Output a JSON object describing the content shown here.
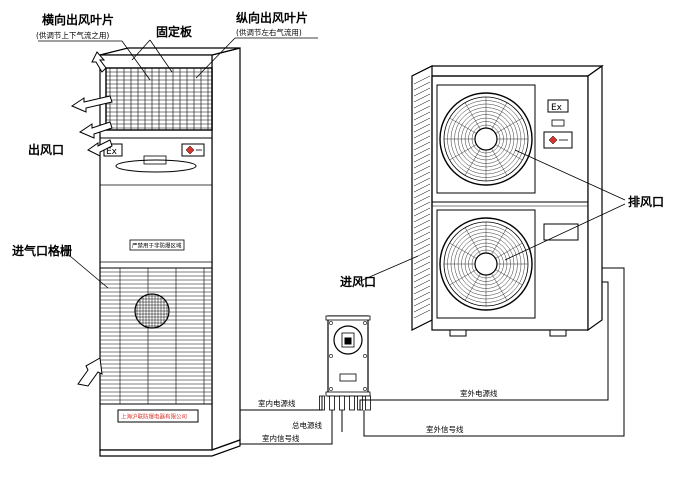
{
  "labels": {
    "horizontal_louver": "横向出风叶片",
    "horizontal_louver_note": "(供调节上下气流之用)",
    "fixed_plate": "固定板",
    "vertical_louver": "纵向出风叶片",
    "vertical_louver_note": "(供调节左右气流用)",
    "air_outlet": "出风口",
    "air_inlet_grille": "进气口格栅",
    "air_inlet": "进风口",
    "exhaust_outlet": "排风口"
  },
  "wires": {
    "indoor_power": "室内电源线",
    "main_power": "总电源线",
    "indoor_signal": "室内信号线",
    "outdoor_power": "室外电源线",
    "outdoor_signal": "室外信号线"
  },
  "badges": {
    "ex_indoor": "Ex",
    "ex_outdoor": "Ex",
    "indoor_panel_text": "严禁用于非防爆区域",
    "manufacturer_plate": "上海沪联防爆电器有限公司"
  },
  "colors": {
    "line": "#000000",
    "plate_red": "#d8342c"
  }
}
